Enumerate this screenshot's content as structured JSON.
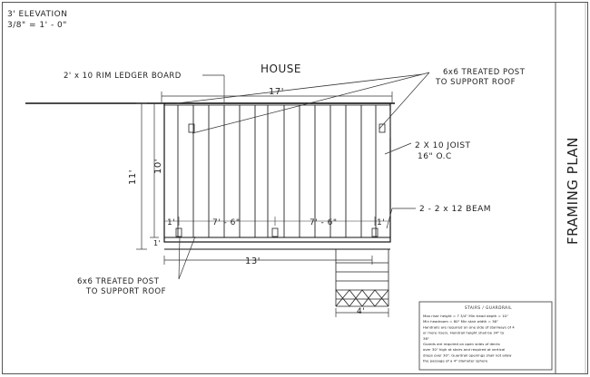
{
  "sheet": {
    "elevation_title": "3' ELEVATION",
    "scale": "3/8\" = 1' - 0\"",
    "title_block": "FRAMING PLAN"
  },
  "labels": {
    "house": "HOUSE",
    "ledger": "2' x 10 RIM LEDGER BOARD",
    "post_top_line1": "6x6 TREATED POST",
    "post_top_line2": "TO SUPPORT ROOF",
    "joist_line1": "2 X 10 JOIST",
    "joist_line2": "16\" O.C",
    "beam": "2 - 2 x 12 BEAM",
    "post_bottom_line1": "6x6 TREATED POST",
    "post_bottom_line2": "TO SUPPORT ROOF"
  },
  "dimensions": {
    "top_width": "17'",
    "left_outer": "11'",
    "left_inner": "10'",
    "left_bottom": "1'",
    "span_left_end": "1'",
    "span_1": "7' - 6\"",
    "span_2": "7' - 6\"",
    "span_right_end": "1'",
    "bottom_width": "13'",
    "stair_width": "4'"
  },
  "stair_notes": {
    "title": "STAIRS / GUARDRAIL",
    "lines": [
      "Max riser height = 7 3/4\"      Min tread depth = 10\"",
      "Min headroom = 80\"              Min stair width = 36\"",
      "Handrails are required on one side of stairways of 4",
      "or more risers. Handrail height shall be 34\" to",
      "38\"",
      "Guards are required on open sides of decks",
      "over 30\" high at stairs and required at vertical",
      "drops over 30\". Guardrail openings shall not allow",
      "the passage of a 4\" diameter sphere"
    ]
  }
}
